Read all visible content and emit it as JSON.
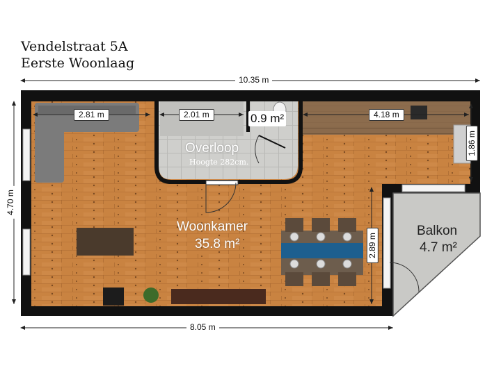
{
  "header": {
    "address": "Vendelstraat 5A",
    "floor": "Eerste Woonlaag"
  },
  "dimensions": {
    "total_width": "10.35 m",
    "total_depth": "4.70 m",
    "bottom_width": "8.05 m",
    "sofa_wall": "2.81 m",
    "overloop_wall": "2.01 m",
    "kitchen_wall": "4.18 m",
    "kitchen_depth": "1.86 m",
    "dining_depth": "2.89 m"
  },
  "rooms": {
    "overloop": {
      "name": "Overloop",
      "height_note": "Hoogte 282cm."
    },
    "toilet": {
      "area": "0.9 m²"
    },
    "woonkamer": {
      "name": "Woonkamer",
      "area": "35.8 m²"
    },
    "balkon": {
      "name": "Balkon",
      "area": "4.7 m²"
    }
  },
  "colors": {
    "wall": "#111111",
    "wood_floor": "#c9803f",
    "tile_floor": "#c8c8c4",
    "balcony_floor": "#c9c9c6",
    "table_runner": "#1d5f8f"
  }
}
